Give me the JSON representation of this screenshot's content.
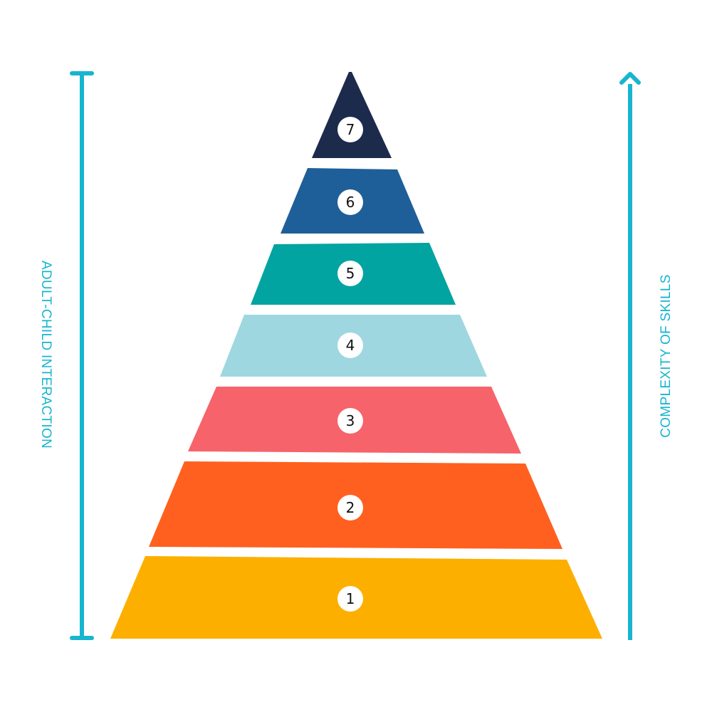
{
  "accent_color": "#17B5CF",
  "left_axis": {
    "label": "ADULT-CHILD INTERACTION",
    "icon": "bracket-line"
  },
  "right_axis": {
    "label": "COMPLEXITY OF SKILLS",
    "icon": "arrow-up"
  },
  "pyramid": {
    "levels": [
      {
        "number": "1",
        "color": "#FDAF00"
      },
      {
        "number": "2",
        "color": "#FF6020"
      },
      {
        "number": "3",
        "color": "#F6636A"
      },
      {
        "number": "4",
        "color": "#9FD7E0"
      },
      {
        "number": "5",
        "color": "#01A4A0"
      },
      {
        "number": "6",
        "color": "#1F5F99"
      },
      {
        "number": "7",
        "color": "#1C2A4C"
      }
    ]
  }
}
